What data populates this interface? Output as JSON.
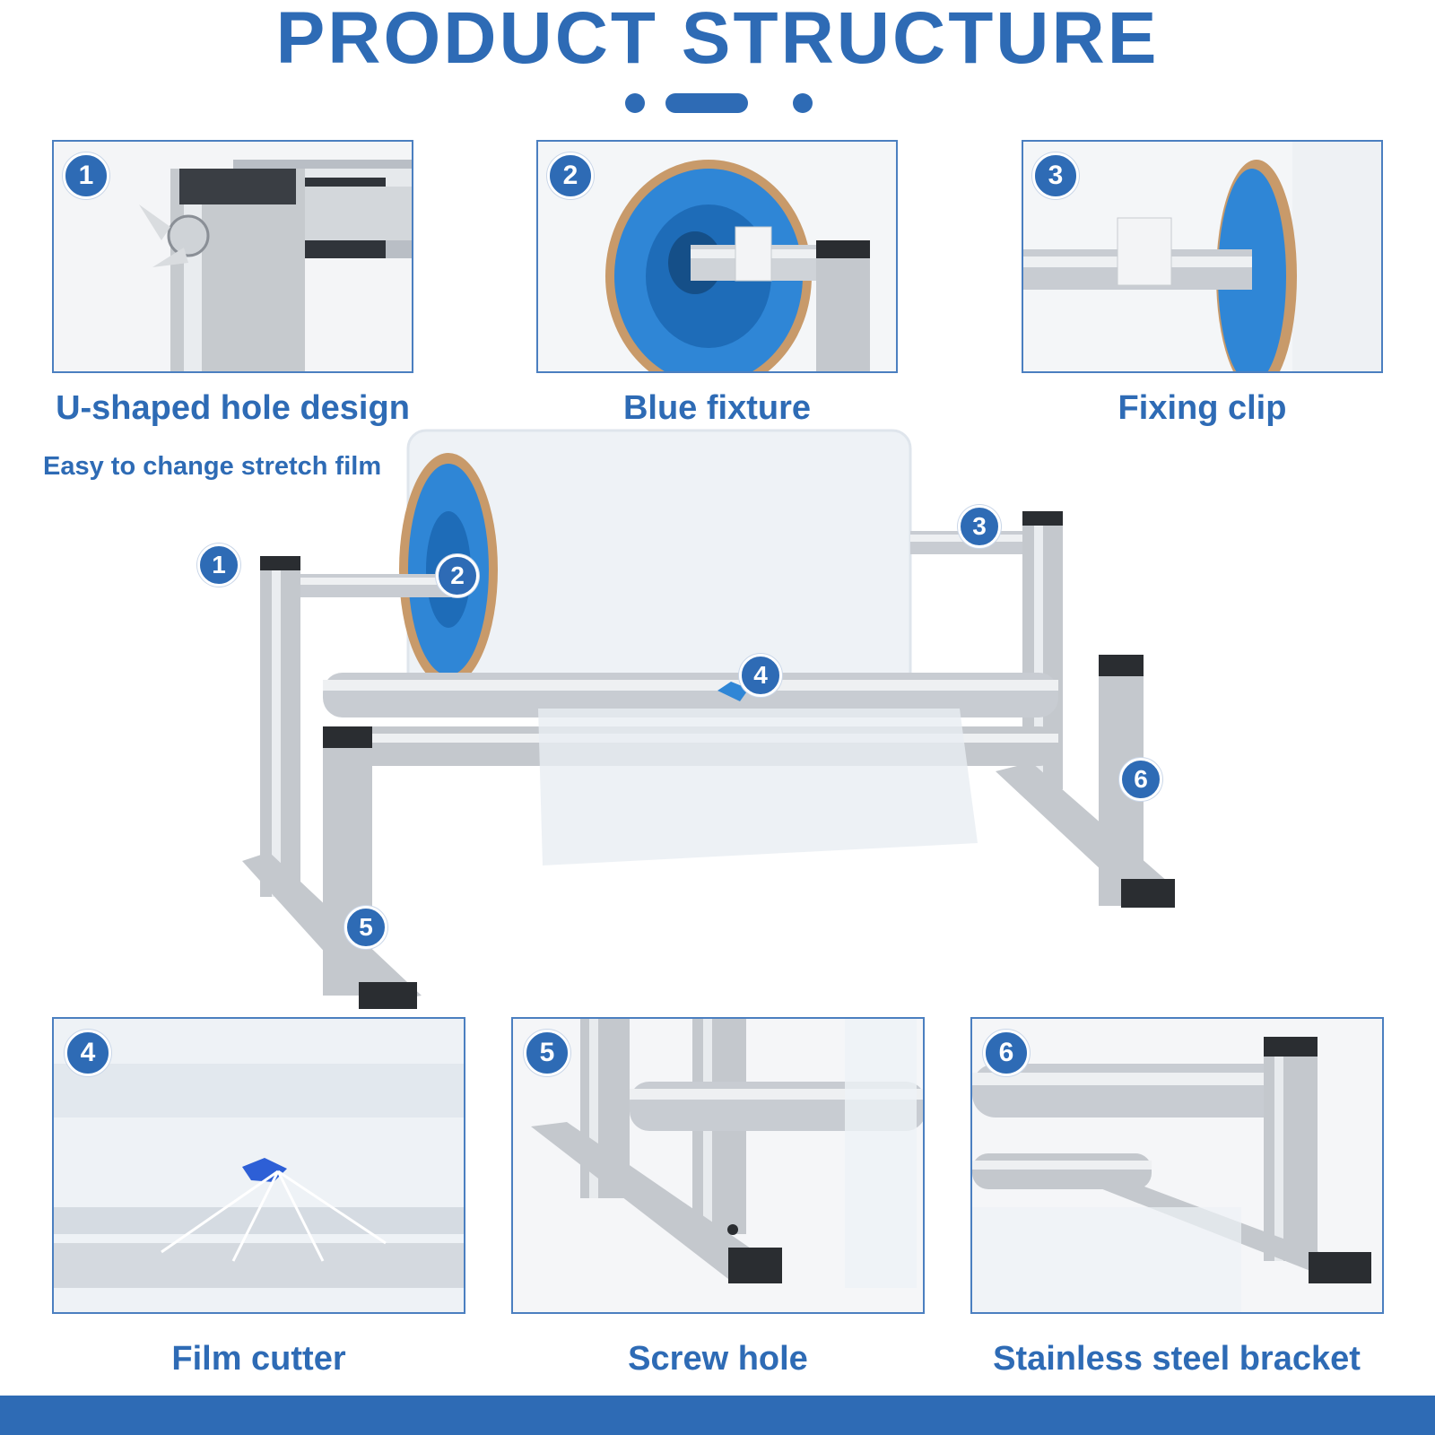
{
  "header": {
    "title": "PRODUCT STRUCTURE"
  },
  "badges": [
    "1",
    "2",
    "3",
    "4",
    "5",
    "6"
  ],
  "panels": [
    {
      "number": "1",
      "caption": "U-shaped hole design",
      "subcaption": "Easy to change stretch film"
    },
    {
      "number": "2",
      "caption": "Blue fixture"
    },
    {
      "number": "3",
      "caption": "Fixing clip"
    },
    {
      "number": "4",
      "caption": "Film cutter"
    },
    {
      "number": "5",
      "caption": "Screw hole"
    },
    {
      "number": "6",
      "caption": "Stainless steel bracket"
    }
  ],
  "colors": {
    "accent": "#2e6bb5",
    "fixture": "#2f86d6",
    "steel": "#c8ccd2",
    "film": "#eef2f6"
  }
}
